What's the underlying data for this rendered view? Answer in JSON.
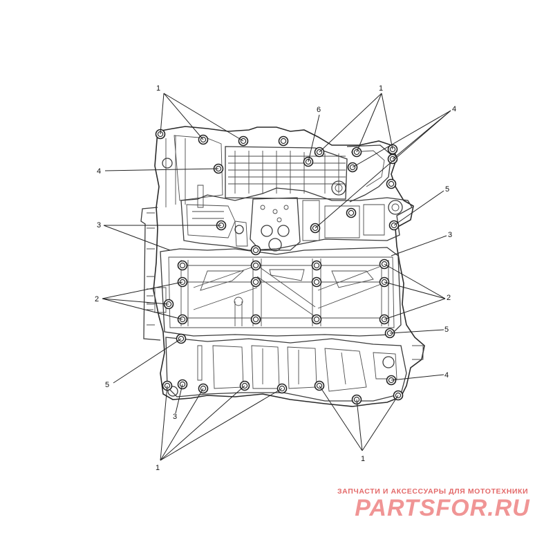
{
  "callouts": {
    "c1_top_left": "1",
    "c1_top_right": "1",
    "c6": "6",
    "c4_top_right": "4",
    "c4_left": "4",
    "c5_right_upper": "5",
    "c3_left": "3",
    "c3_right": "3",
    "c2_left": "2",
    "c2_right": "2",
    "c5_right_lower": "5",
    "c5_left": "5",
    "c4_right_lower": "4",
    "c3_bottom": "3",
    "c1_bottom_left": "1",
    "c1_bottom_right": "1"
  },
  "watermark": {
    "tagline": "ЗАПЧАСТИ И АКСЕССУАРЫ ДЛЯ МОТОТЕХНИКИ",
    "brand": "PARTSFOR.RU"
  },
  "colors": {
    "watermark": "#e36a6a",
    "line": "#2a2a2a",
    "background": "#ffffff"
  }
}
